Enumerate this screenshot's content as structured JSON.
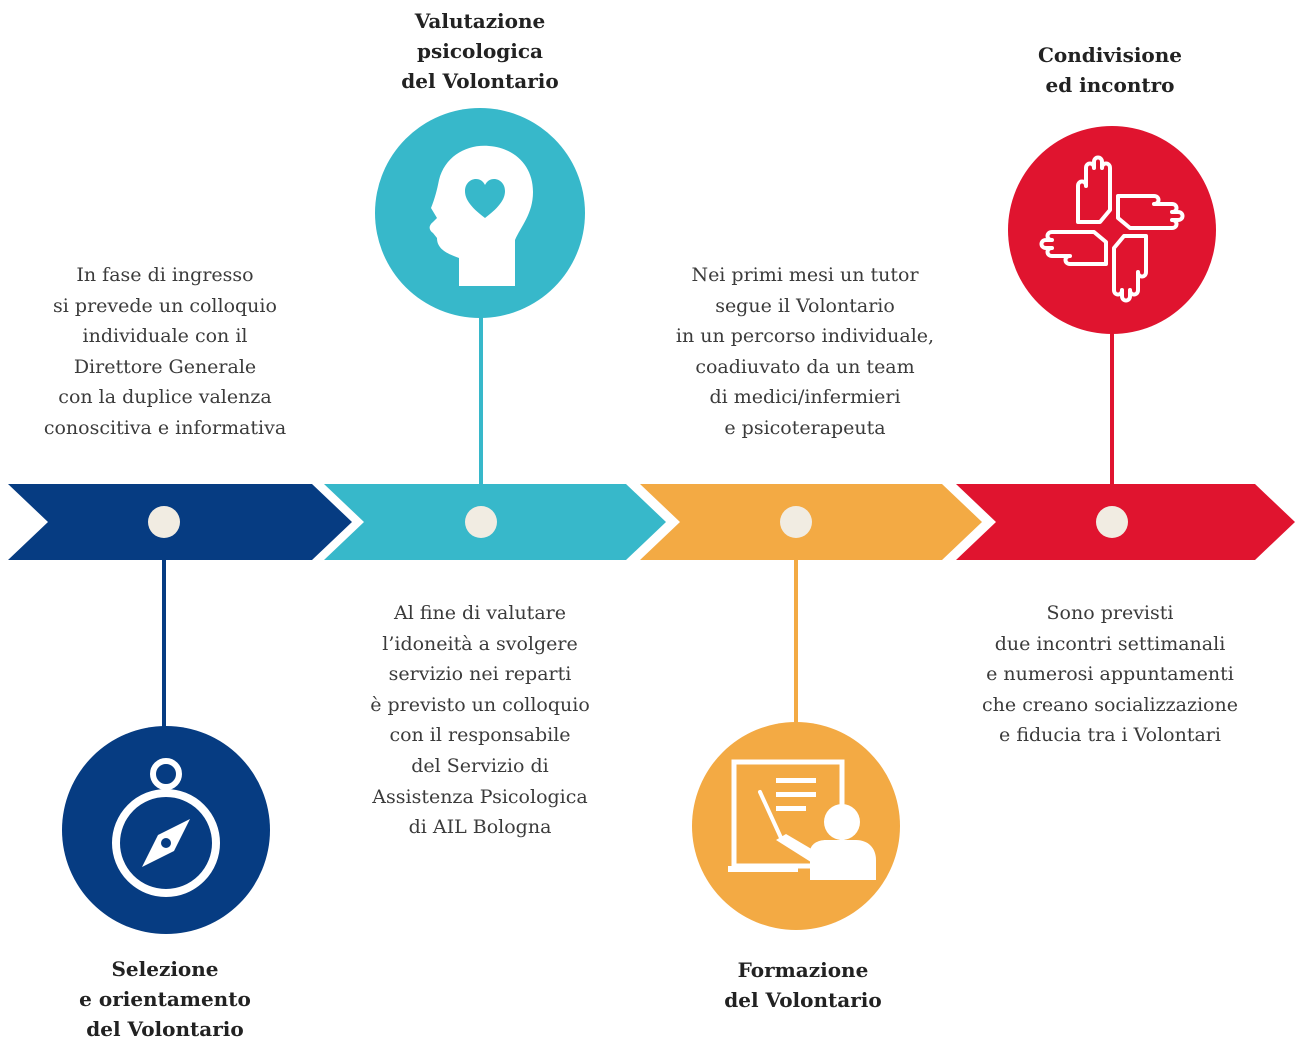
{
  "colors": {
    "navy": "#063c82",
    "teal": "#37b8ca",
    "orange": "#f3aa44",
    "red": "#e0142f",
    "dot": "#f1ece2",
    "text": "#3b3b3b"
  },
  "steps": [
    {
      "title": "Selezione\ne orientamento\ndel Volontario",
      "description": "In fase di ingresso\nsi prevede un colloquio\nindividuale con il\nDirettore Generale\ncon la duplice valenza\nconoscitiva e informativa",
      "icon": "compass-icon",
      "color": "#063c82"
    },
    {
      "title": "Valutazione\npsicologica\ndel Volontario",
      "description": "Al fine di valutare\nl’idoneità a svolgere\nservizio nei reparti\nè previsto un colloquio\ncon il responsabile\ndel Servizio di\nAssistenza Psicologica\ndi AIL Bologna",
      "icon": "head-heart-icon",
      "color": "#37b8ca"
    },
    {
      "title": "Formazione\ndel Volontario",
      "description": "Nei primi mesi un tutor\nsegue il Volontario\nin un percorso individuale,\ncoadiuvato da un team\ndi medici/infermieri\ne psicoterapeuta",
      "icon": "teacher-board-icon",
      "color": "#f3aa44"
    },
    {
      "title": "Condivisione\ned incontro",
      "description": "Sono previsti\ndue incontri settimanali\ne numerosi appuntamenti\nche creano socializzazione\ne fiducia tra i Volontari",
      "icon": "joined-hands-icon",
      "color": "#e0142f"
    }
  ]
}
